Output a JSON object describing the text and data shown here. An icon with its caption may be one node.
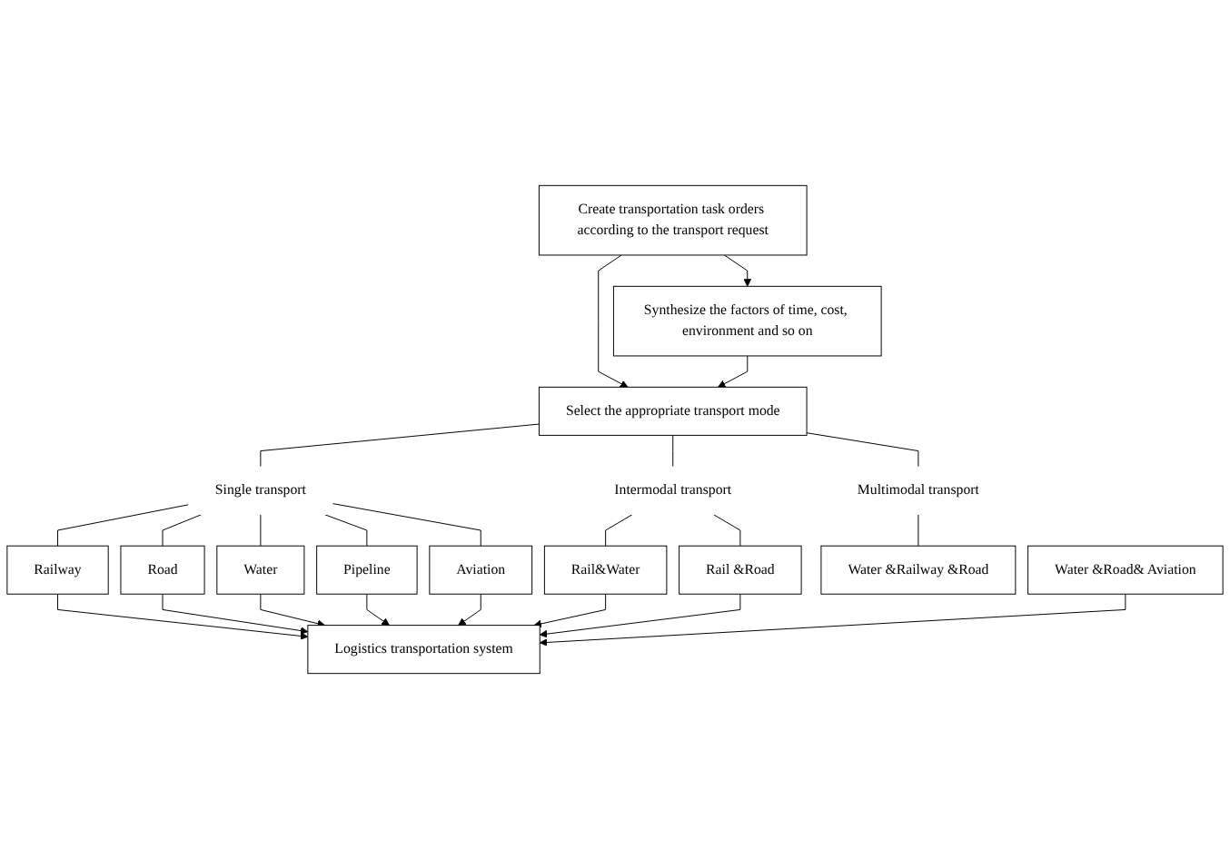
{
  "diagram": {
    "nodes": [
      {
        "text": [
          "Create transportation task orders according to the transport request"
        ]
      },
      {
        "text": [
          "Synthesize the factors of time, cost, environment and so on"
        ]
      },
      {
        "text": [
          "Select the appropriate transport mode"
        ]
      },
      {
        "text": [
          "Single transport"
        ]
      },
      {
        "text": [
          "Intermodal transport"
        ]
      },
      {
        "text": [
          "Multimodal transport"
        ]
      },
      {
        "text": [
          "Railway"
        ]
      },
      {
        "text": [
          "Road"
        ]
      },
      {
        "text": [
          "Water"
        ]
      },
      {
        "text": [
          "Pipeline"
        ]
      },
      {
        "text": [
          "Aviation"
        ]
      },
      {
        "text": [
          "Rail&Water"
        ]
      },
      {
        "text": [
          "Rail &Road"
        ]
      },
      {
        "text": [
          "Water &Railway &Road"
        ]
      },
      {
        "text": [
          "Water &Road& Aviation"
        ]
      },
      {
        "text": [
          "Logistics transportation system"
        ]
      }
    ],
    "edges": [
      {
        "from": 0,
        "to": 1,
        "arrow": "to"
      },
      {
        "from": 0,
        "to": 2,
        "arrow": "to"
      },
      {
        "from": 1,
        "to": 2,
        "arrow": "to"
      },
      {
        "from": 2,
        "to": 3,
        "arrow": "none"
      },
      {
        "from": 2,
        "to": 4,
        "arrow": "none"
      },
      {
        "from": 2,
        "to": 5,
        "arrow": "none"
      },
      {
        "from": 3,
        "to": 6,
        "arrow": "none"
      },
      {
        "from": 3,
        "to": 7,
        "arrow": "none"
      },
      {
        "from": 3,
        "to": 8,
        "arrow": "none"
      },
      {
        "from": 3,
        "to": 9,
        "arrow": "none"
      },
      {
        "from": 3,
        "to": 10,
        "arrow": "none"
      },
      {
        "from": 4,
        "to": 11,
        "arrow": "none"
      },
      {
        "from": 4,
        "to": 12,
        "arrow": "none"
      },
      {
        "from": 5,
        "to": 13,
        "arrow": "none"
      },
      {
        "from": 6,
        "to": 15,
        "arrow": "to"
      },
      {
        "from": 7,
        "to": 15,
        "arrow": "to"
      },
      {
        "from": 8,
        "to": 15,
        "arrow": "to"
      },
      {
        "from": 9,
        "to": 15,
        "arrow": "to"
      },
      {
        "from": 10,
        "to": 15,
        "arrow": "to"
      },
      {
        "from": 11,
        "to": 15,
        "arrow": "to"
      },
      {
        "from": 12,
        "to": 15,
        "arrow": "to"
      },
      {
        "from": 14,
        "to": 15,
        "arrow": "to"
      }
    ]
  }
}
